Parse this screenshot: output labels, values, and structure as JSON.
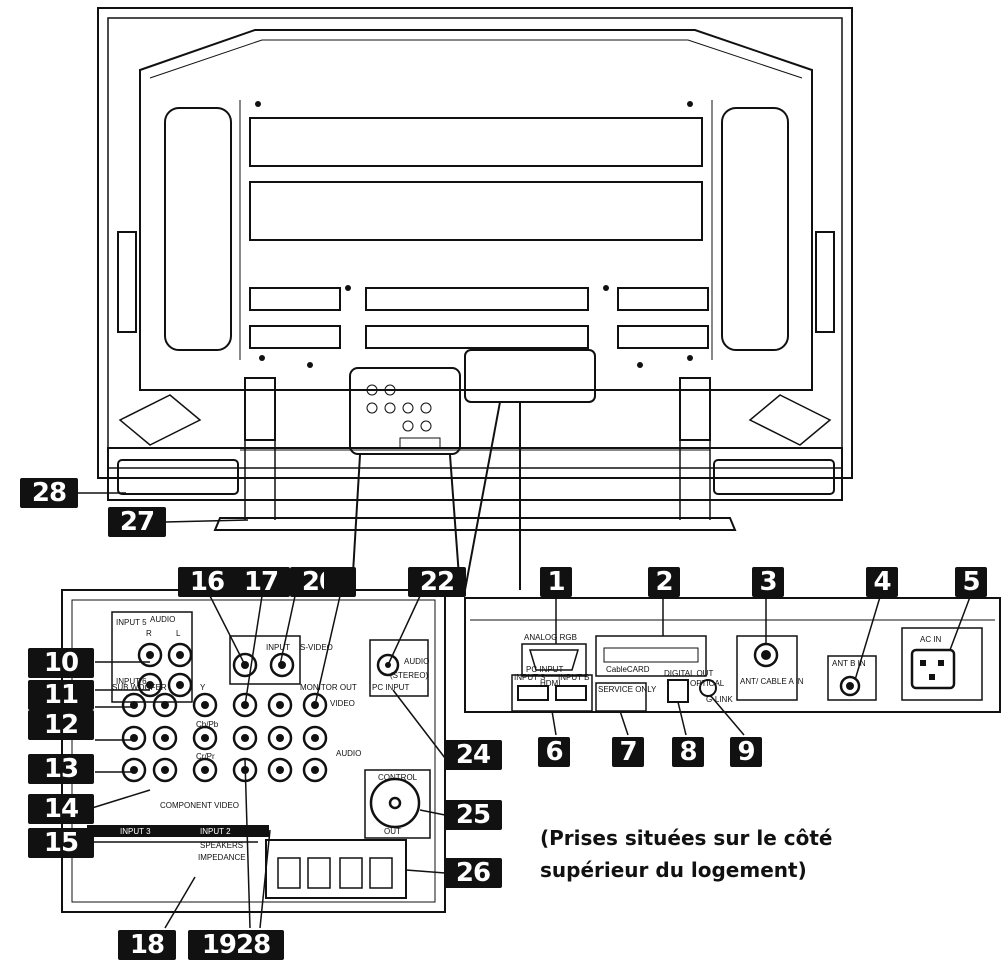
{
  "panel_labels": {
    "input5": "INPUT 5",
    "input6": "INPUT 6",
    "audio": "AUDIO",
    "r": "R",
    "l": "L",
    "sub_woofer": "SUB WOOFER",
    "y": "Y",
    "cb_pb": "Cb/Pb",
    "cr_pr": "Cr/Pr",
    "component_video": "COMPONENT VIDEO",
    "input3": "INPUT 3",
    "input2": "INPUT 2",
    "input": "INPUT",
    "s_video": "S-VIDEO",
    "monitor_out": "MONITOR OUT",
    "video": "VIDEO",
    "audio_stereo": "(STEREO)",
    "pc_input": "PC INPUT",
    "control": "CONTROL",
    "out": "OUT",
    "speakers": "SPEAKERS",
    "impedance": "IMPEDANCE",
    "analog_rgb": "ANALOG RGB",
    "pc_input2": "PC INPUT",
    "cablecard": "CableCARD",
    "hdmi": "HDMI",
    "input_s": "INPUT S",
    "input_b": "INPUT B",
    "service_only": "SERVICE ONLY",
    "digital_out": "DIGITAL OUT",
    "optical": "OPTICAL",
    "g_link": "G-LINK",
    "ant_cable_a_in": "ANT/ CABLE A IN",
    "ant_b_in": "ANT B IN",
    "ac_in": "AC IN"
  },
  "callouts": [
    {
      "id": "c1",
      "label": "1"
    },
    {
      "id": "c2",
      "label": "2"
    },
    {
      "id": "c3",
      "label": "3"
    },
    {
      "id": "c4",
      "label": "4"
    },
    {
      "id": "c5",
      "label": "5"
    },
    {
      "id": "c6",
      "label": "6"
    },
    {
      "id": "c7",
      "label": "7"
    },
    {
      "id": "c8",
      "label": "8"
    },
    {
      "id": "c9",
      "label": "9"
    },
    {
      "id": "c10",
      "label": "10"
    },
    {
      "id": "c11",
      "label": "11"
    },
    {
      "id": "c12",
      "label": "12"
    },
    {
      "id": "c13",
      "label": "13"
    },
    {
      "id": "c14",
      "label": "14"
    },
    {
      "id": "c15",
      "label": "15"
    },
    {
      "id": "c16",
      "label": "16"
    },
    {
      "id": "c17",
      "label": "17"
    },
    {
      "id": "c18",
      "label": "18"
    },
    {
      "id": "c20",
      "label": "20"
    },
    {
      "id": "c21",
      "label": ""
    },
    {
      "id": "c22",
      "label": "22"
    },
    {
      "id": "c24",
      "label": "24"
    },
    {
      "id": "c25",
      "label": "25"
    },
    {
      "id": "c26",
      "label": "26"
    },
    {
      "id": "c27",
      "label": "27"
    },
    {
      "id": "c28",
      "label": "28"
    },
    {
      "id": "c1928",
      "label": "1928"
    }
  ],
  "caption": {
    "line1": "(Prises situées sur le côté",
    "line2": "supérieur du logement)"
  }
}
